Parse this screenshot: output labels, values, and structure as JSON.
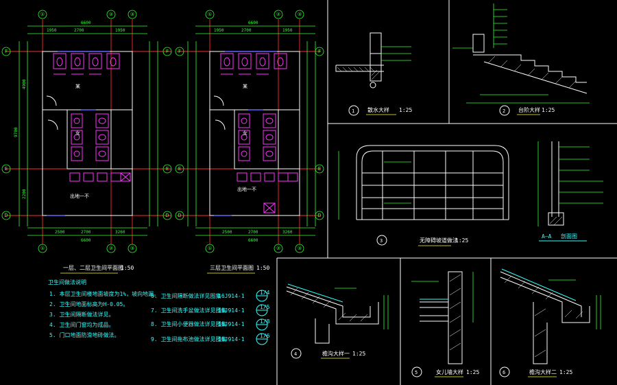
{
  "plan_titles": {
    "left": "一层、二层卫生间平面图",
    "left_scale": "1:50",
    "right": "三层卫生间平面图",
    "right_scale": "1:50"
  },
  "plan_labels": {
    "room_left": "出地一不",
    "room_right": "出地一不",
    "mid_left": "某",
    "mid_right": "某",
    "female_left": "女",
    "female_right": "女"
  },
  "axes": {
    "top_left": [
      "①",
      "②",
      "③"
    ],
    "top_right": [
      "①",
      "②",
      "③"
    ],
    "rows": [
      "F",
      "E",
      "D"
    ]
  },
  "dims": {
    "top_total": "6600",
    "top_segs": [
      "1950",
      "2700",
      "1950"
    ],
    "bot_segs": [
      "2500",
      "2700",
      "3260"
    ],
    "bot_total": "6600",
    "left_total": "9700",
    "left_seg1": "4900",
    "left_seg2": "2200"
  },
  "details": {
    "d1": {
      "num": "1",
      "title": "散水大样",
      "scale": "1:25"
    },
    "d2": {
      "num": "2",
      "title": "台阶大样",
      "scale": "1:25"
    },
    "d3": {
      "num": "3",
      "title": "无障碍坡道做法",
      "scale": "1:25"
    },
    "aa": {
      "title": "A—A",
      "subtitle": "剖面图"
    },
    "d4": {
      "num": "4",
      "title": "檐沟大样一",
      "scale": "1:25"
    },
    "d5": {
      "num": "5",
      "title": "女儿墙大样",
      "scale": "1:25"
    },
    "d6": {
      "num": "6",
      "title": "檐沟大样二",
      "scale": "1:25"
    }
  },
  "notes": {
    "heading": "卫生间做法说明",
    "items": [
      "1. 本层卫生间楼地面坡度为1%，坡向地漏。",
      "2. 卫生间地面标高为H-0.05。",
      "3. 卫生间隔断做法详见。",
      "4. 卫生间门窗均为成品。",
      "5. 门口地面防滑地砖做法。"
    ],
    "refs": [
      {
        "text": "6. 卫生间隔断做法详见图集",
        "code": "16J914-1",
        "sym": "1/4"
      },
      {
        "text": "7. 卫生间洗手盆做法详见图集",
        "code": "16J914-1",
        "sym": "1/5"
      },
      {
        "text": "8. 卫生间小便器做法详见图集",
        "code": "16J914-1",
        "sym": "1/8"
      },
      {
        "text": "9. 卫生间拖布池做法详见图集",
        "code": "16J914-1",
        "sym": "1/6"
      }
    ]
  }
}
